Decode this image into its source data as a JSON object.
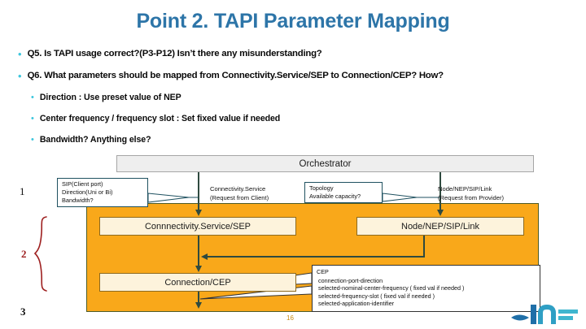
{
  "slide": {
    "title": "Point 2. TAPI Parameter Mapping",
    "title_color": "#2d75a8",
    "page_number": "16"
  },
  "bullets": [
    {
      "level": 1,
      "marker": "•",
      "text": "Q5. Is TAPI usage correct?(P3-P12)  Isn’t there any misunderstanding?"
    },
    {
      "level": 1,
      "marker": "•",
      "text": "Q6. What parameters should be mapped from Connectivity.Service/SEP to Connection/CEP?  How?"
    },
    {
      "level": 2,
      "marker": "•",
      "text": "Direction : Use preset value of NEP"
    },
    {
      "level": 2,
      "marker": "•",
      "text": "Center frequency / frequency slot : Set fixed value if needed"
    },
    {
      "level": 2,
      "marker": "•",
      "text": "Bandwidth?  Anything else?"
    }
  ],
  "diagram": {
    "steps": [
      {
        "label": "1"
      },
      {
        "label": "2"
      },
      {
        "label": "3"
      }
    ],
    "orchestrator": {
      "label": "Orchestrator",
      "fill": "#eeeeee"
    },
    "panel": {
      "fill": "#f9a81a"
    },
    "boxes": [
      {
        "name": "connectivity-service-sep",
        "label": "Connnectivity.Service/SEP"
      },
      {
        "name": "node-nep-sip-link",
        "label": "Node/NEP/SIP/Link"
      },
      {
        "name": "connection-cep",
        "label": "Connection/CEP"
      }
    ],
    "flow_labels": [
      {
        "name": "connectivity-service",
        "line1": "Connectivity.Service",
        "line2": "(Request from Client)"
      },
      {
        "name": "node-nep-sip-link",
        "line1": "Node/NEP/SIP/Link",
        "line2": "(Request from Provider)"
      }
    ],
    "callouts": [
      {
        "name": "sip-callout",
        "lines": [
          "SIP(Client port)",
          "Direction(Uni or Bi)",
          "Bandwidth?"
        ]
      },
      {
        "name": "topology-callout",
        "lines": [
          "Topology",
          "Available capacity?"
        ]
      },
      {
        "name": "cep-callout",
        "title": "CEP",
        "lines": [
          "connection-port-direction",
          "selected-nominal-center-frequency ( fixed val if needed )",
          "selected-frequency-slot ( fixed val if needed )",
          "selected-application-identifier"
        ]
      }
    ]
  }
}
